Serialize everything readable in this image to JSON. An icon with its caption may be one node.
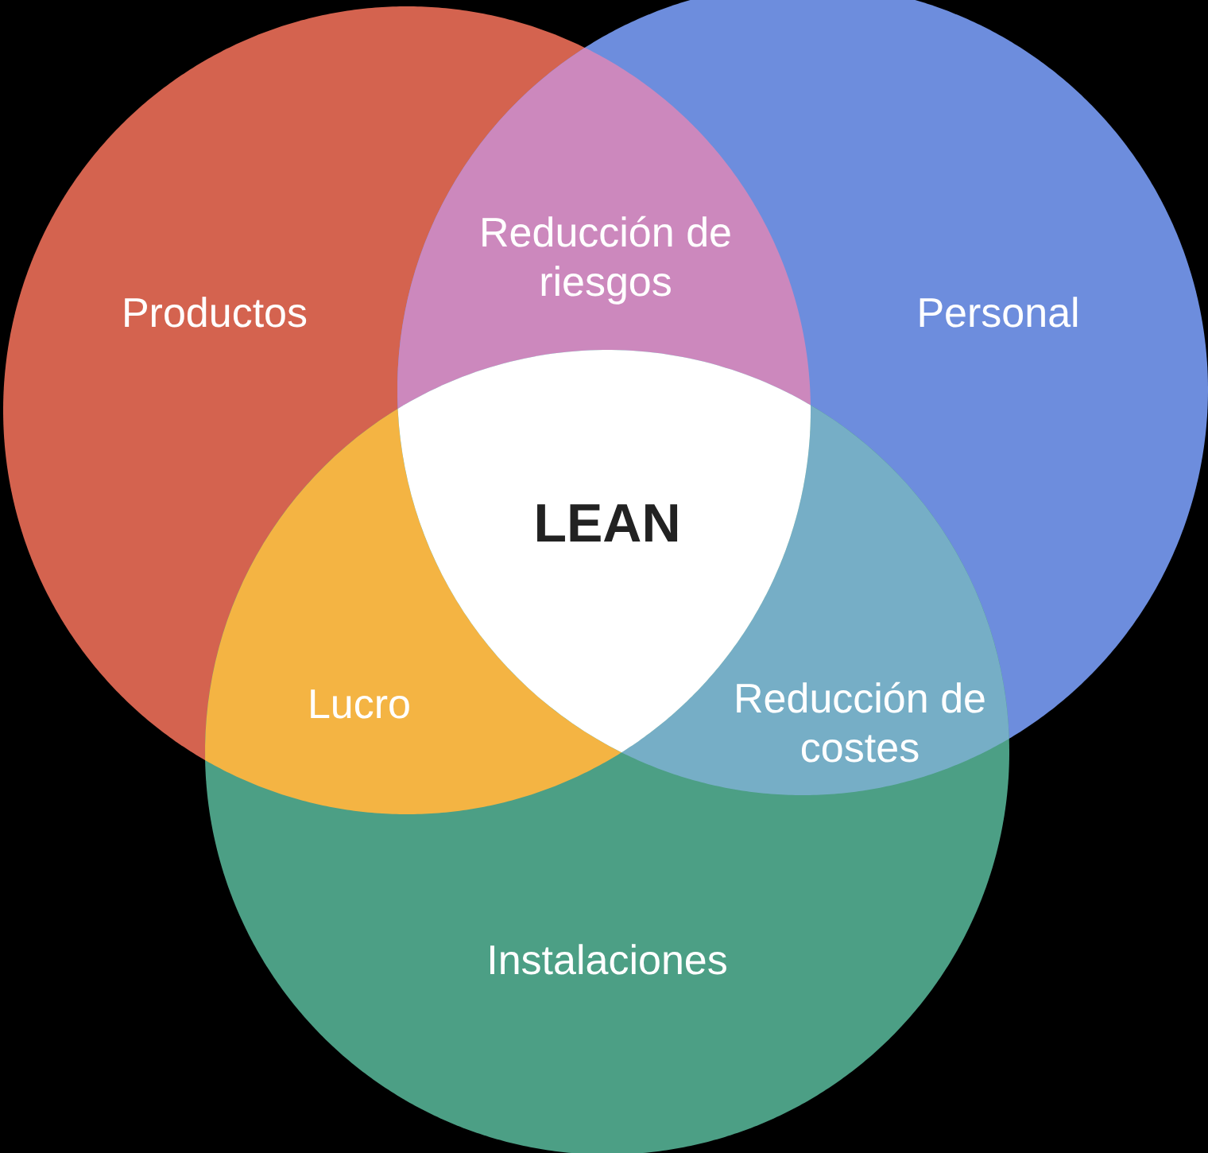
{
  "diagram": {
    "nodes": [
      {
        "text": [
          "Productos"
        ]
      },
      {
        "text": [
          "Reducción de riesgos"
        ]
      },
      {
        "text": [
          "Personal"
        ]
      },
      {
        "text": [
          "LEAN"
        ]
      },
      {
        "text": [
          "Lucro"
        ]
      },
      {
        "text": [
          "Reducción de costes"
        ]
      },
      {
        "text": [
          "Instalaciones"
        ]
      }
    ]
  }
}
